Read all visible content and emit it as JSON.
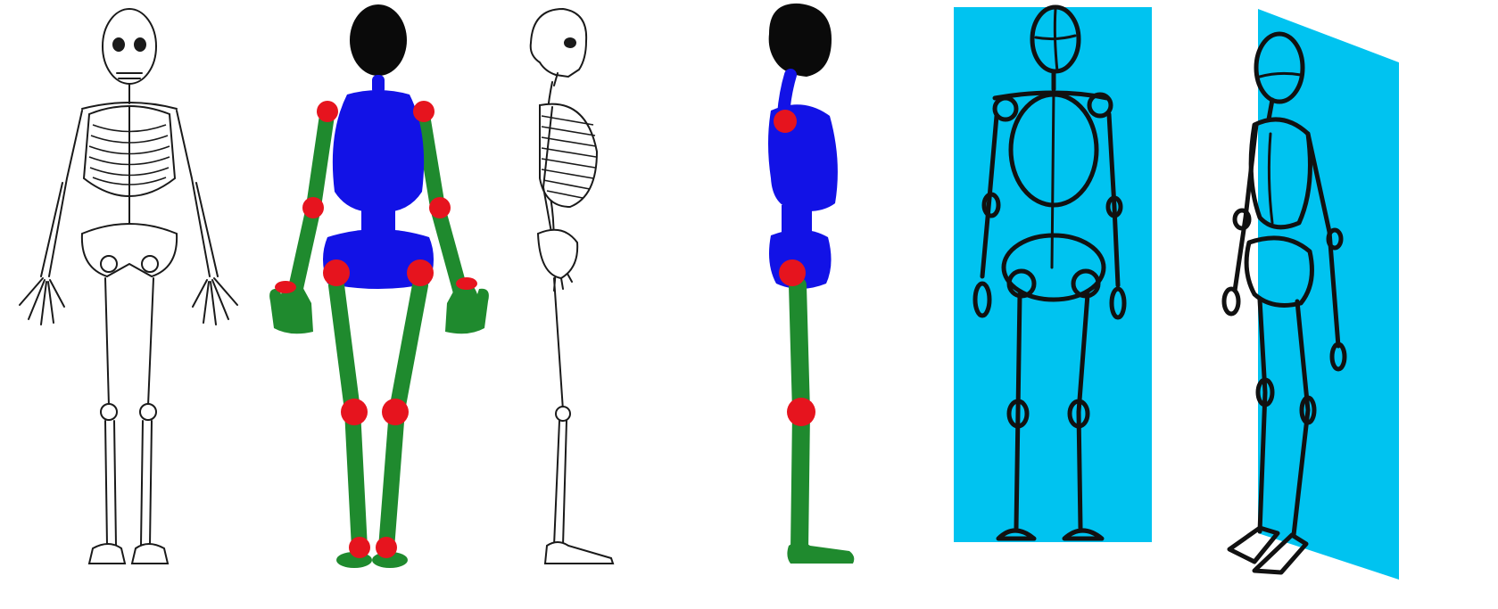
{
  "figures": [
    {
      "view": "front",
      "style": "skeleton-illustration"
    },
    {
      "view": "front",
      "style": "simplified-mannequin"
    },
    {
      "view": "side",
      "style": "skeleton-illustration"
    },
    {
      "view": "side",
      "style": "simplified-mannequin"
    },
    {
      "view": "front",
      "style": "gesture-sketch-on-plane"
    },
    {
      "view": "side",
      "style": "gesture-sketch-on-plane"
    }
  ],
  "colors": {
    "background": "#ffffff",
    "head": "#0a0a0a",
    "torso": "#1212e6",
    "limbs": "#1f8a2e",
    "joints": "#e6141e",
    "plane": "#00c3f0",
    "ink": "#111111"
  }
}
